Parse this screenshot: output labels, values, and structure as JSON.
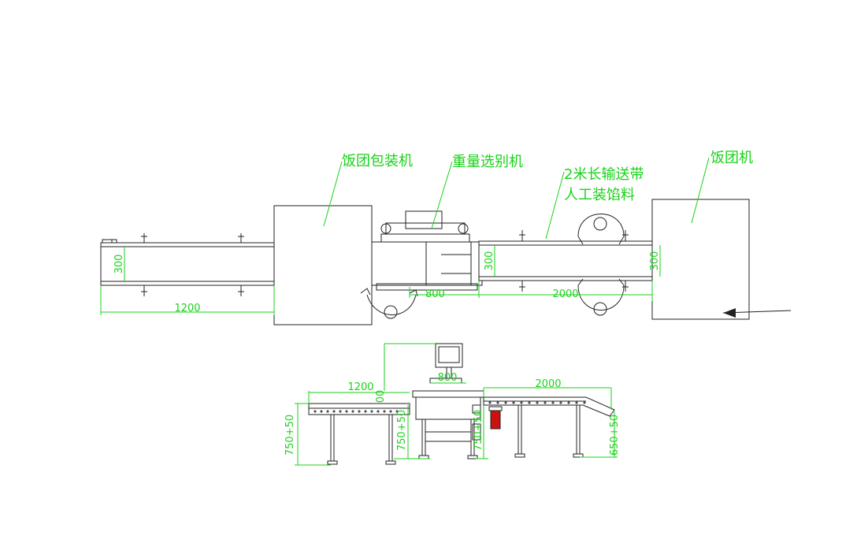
{
  "labels": {
    "packer": "饭团包装机",
    "checkweigher": "重量选别机",
    "conveyor_line1": "2米长输送带",
    "conveyor_line2": "人工装馅料",
    "rice_ball_machine": "饭团机"
  },
  "top_view_dims": {
    "left_length": "1200",
    "left_width": "300",
    "checkweigher_width": "300",
    "checkweigher_length": "800",
    "right_length": "2000",
    "right_width": "300"
  },
  "side_view_dims": {
    "left_length": "1200",
    "left_height": "750+50",
    "partial_top": "00",
    "scale_height": "750+50",
    "scale_length": "800",
    "scale_right_height": "750+50",
    "right_length": "2000",
    "right_end_height": "650+50"
  },
  "colors": {
    "annotation": "#19d219",
    "linework": "#222222",
    "accent": "#cc1111"
  }
}
